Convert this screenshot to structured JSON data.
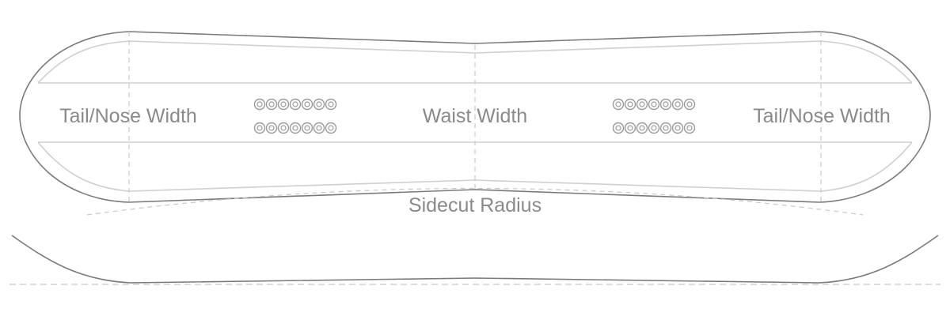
{
  "diagram": {
    "labels": {
      "tail_width": "Tail/Nose Width",
      "waist_width": "Waist Width",
      "nose_width": "Tail/Nose Width",
      "sidecut_radius": "Sidecut Radius"
    },
    "insert_pattern": {
      "rows": 2,
      "per_row": 7,
      "groups": 2
    },
    "colors": {
      "outline": "#7a7a7a",
      "inner_line": "#cfcfcf",
      "dashed": "#c8c8c8",
      "text": "#8a8a8a",
      "insert": "#9a9a9a"
    }
  }
}
